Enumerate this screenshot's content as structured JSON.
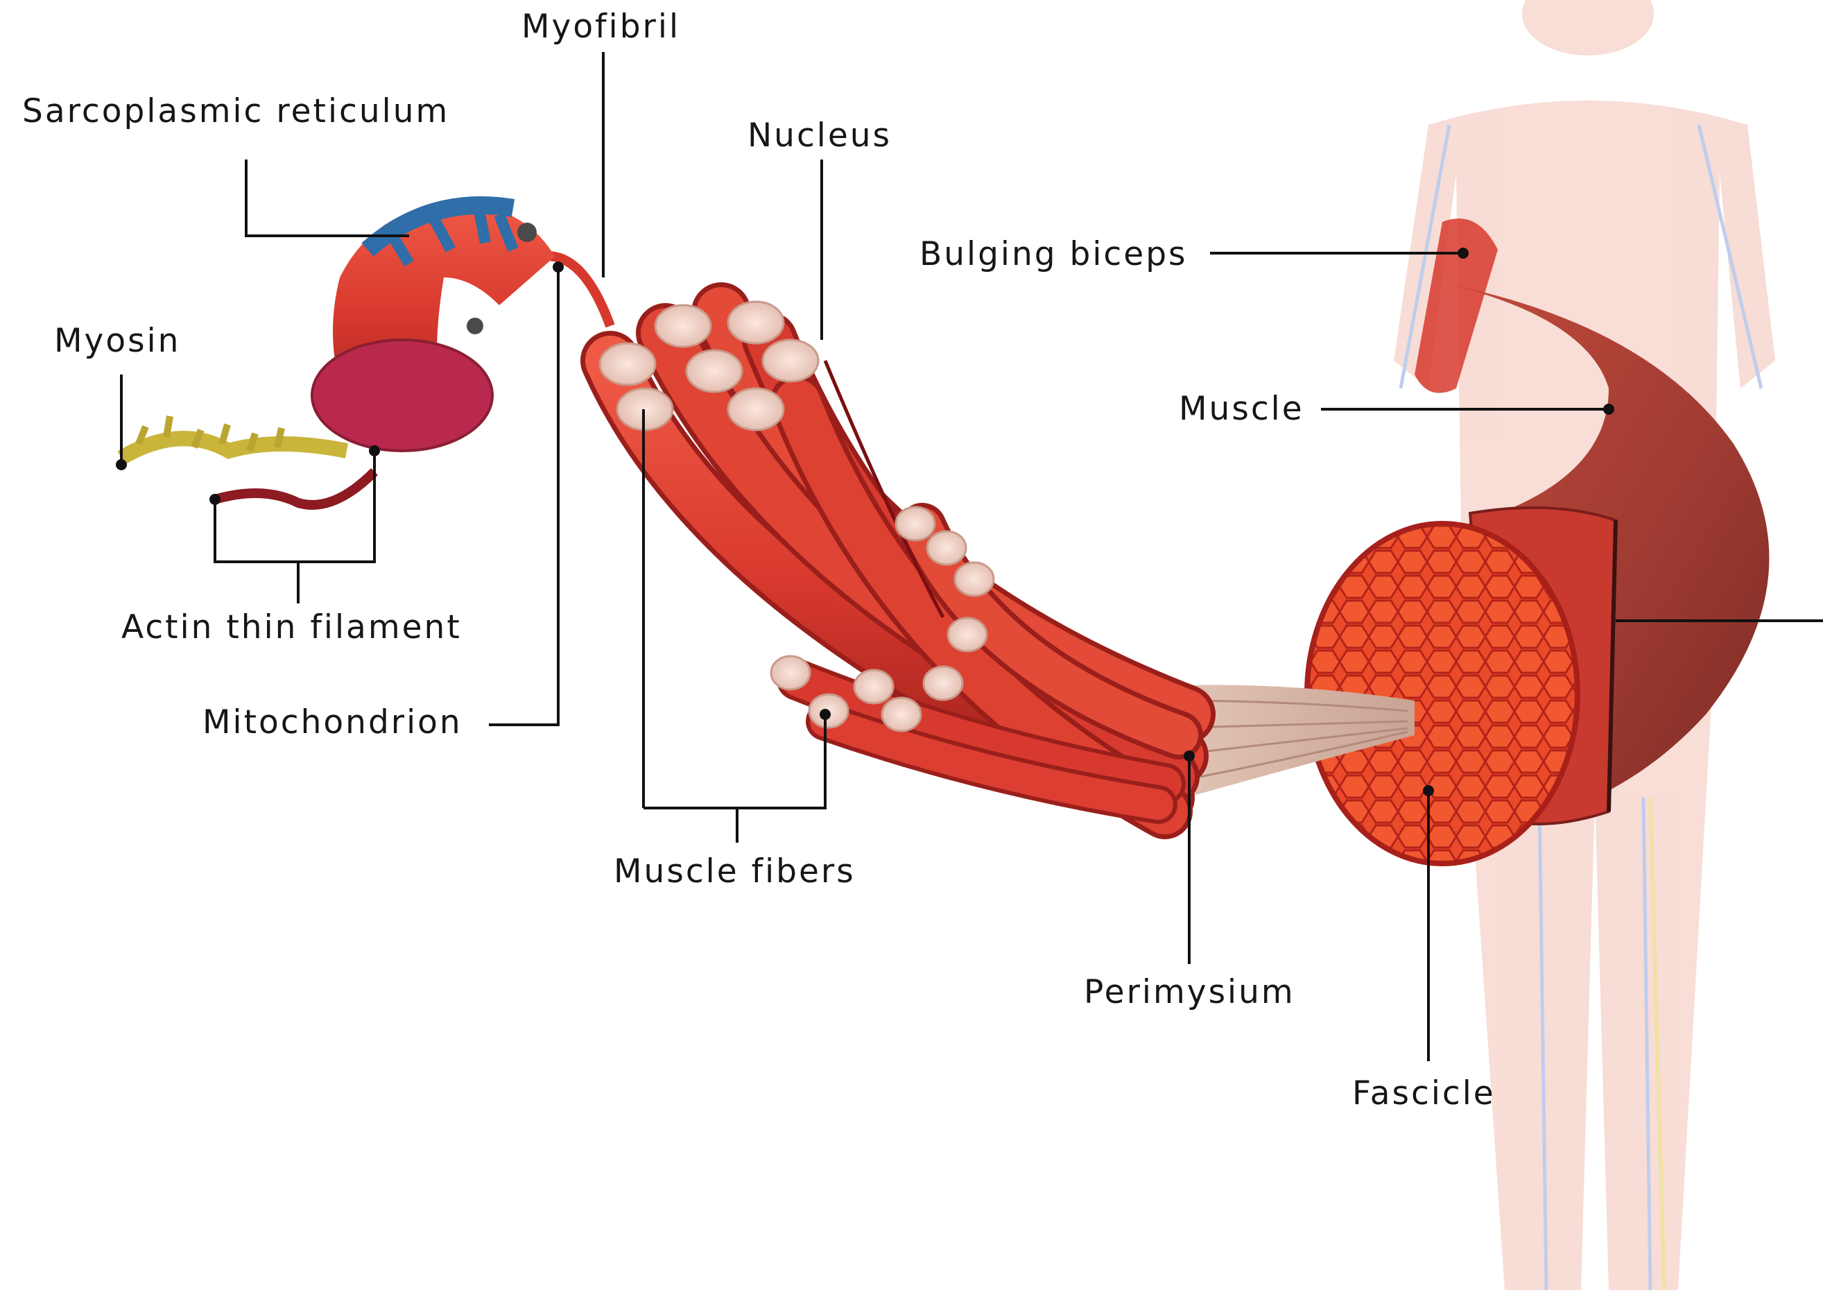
{
  "labels": {
    "myofibril": "Myofibril",
    "sarcoplasmic_reticulum": "Sarcoplasmic reticulum",
    "nucleus": "Nucleus",
    "bulging_biceps": "Bulging biceps",
    "myosin": "Myosin",
    "muscle": "Muscle",
    "actin_thin_filament": "Actin thin filament",
    "mitochondrion": "Mitochondrion",
    "muscle_fibers": "Muscle fibers",
    "perimysium": "Perimysium",
    "fascicle": "Fascicle"
  },
  "colors": {
    "background": "#ffffff",
    "muscle_red": "#d8392e",
    "muscle_dark": "#8f1b19",
    "fiber_end": "#f3d7cc",
    "reticulum_blue": "#2f6ea8",
    "myosin_yellow": "#c9b53a",
    "actin_red": "#8e1a22",
    "perimysium_tan": "#d9b9a8",
    "body_pink": "#f2c3b6",
    "leader_line": "#111111"
  }
}
